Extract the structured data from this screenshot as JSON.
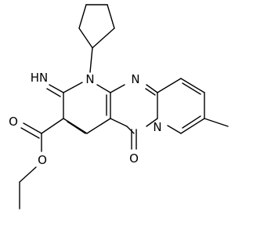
{
  "molecule": {
    "labels": {
      "imine": "HN",
      "n1": "N",
      "n2": "N",
      "n3": "N",
      "ketone_o": "O",
      "ester_carbonyl_o": "O",
      "ester_o": "O"
    },
    "colors": {
      "bond": "#000000",
      "background": "#ffffff"
    }
  }
}
